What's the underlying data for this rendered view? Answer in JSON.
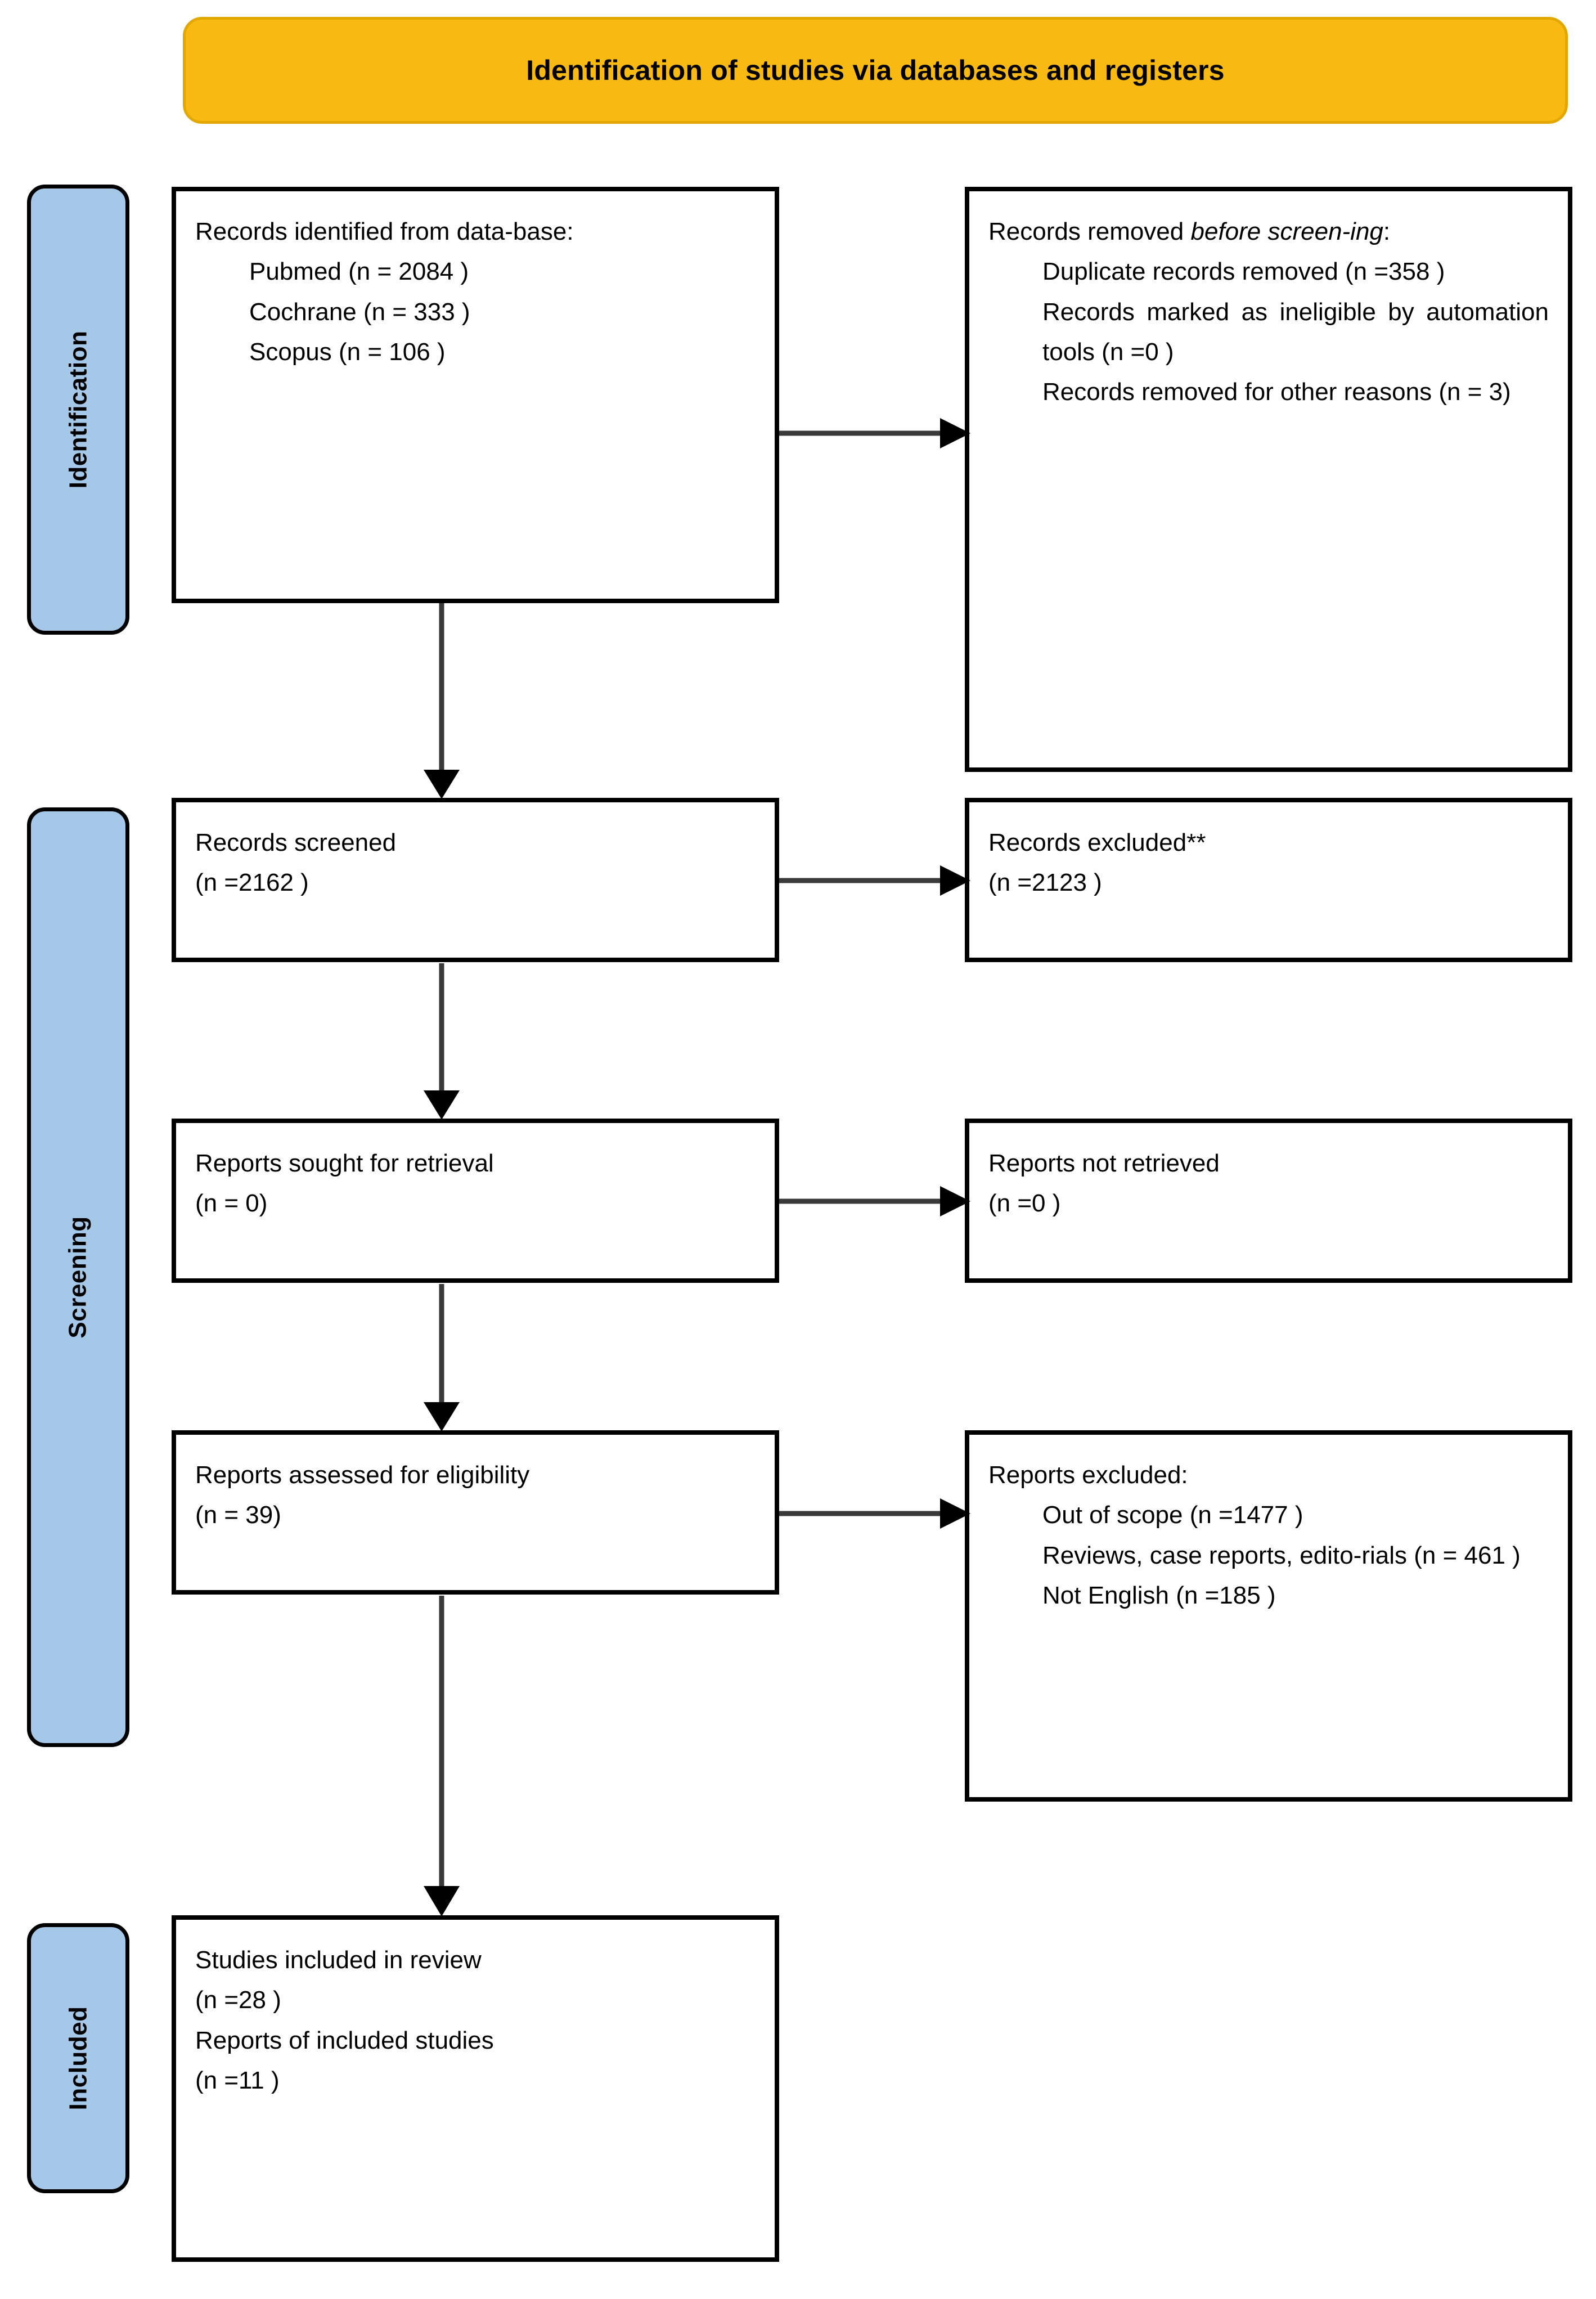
{
  "header": {
    "title": "Identification of studies via databases and registers",
    "background_color": "#F8B912"
  },
  "rails": [
    {
      "label": "Identification",
      "color": "#A6C8E8"
    },
    {
      "label": "Screening",
      "color": "#A6C8E8"
    },
    {
      "label": "Included",
      "color": "#A6C8E8"
    }
  ],
  "boxes": {
    "identified": {
      "heading": "Records identified from data-base:",
      "lines": [
        "Pubmed (n = 2084 )",
        "Cochrane (n = 333 )",
        "Scopus (n = 106 )"
      ]
    },
    "removed_before_screening": {
      "heading_plain": "Records removed ",
      "heading_italic": "before screen-ing",
      "heading_tail": ":",
      "lines": [
        "Duplicate records removed (n =358 )",
        "Records marked as ineligible by automation tools (n =0 )",
        "Records removed for other reasons (n = 3)"
      ]
    },
    "screened": {
      "heading": "Records screened",
      "count": "(n =2162 )"
    },
    "records_excluded": {
      "heading": "Records excluded**",
      "count": "(n =2123 )"
    },
    "sought_for_retrieval": {
      "heading": "Reports sought for retrieval",
      "count": "(n = 0)"
    },
    "not_retrieved": {
      "heading": "Reports not retrieved",
      "count": "(n =0 )"
    },
    "assessed_for_eligibility": {
      "heading": "Reports assessed for eligibility",
      "count": "(n = 39)"
    },
    "reports_excluded": {
      "heading": "Reports excluded:",
      "lines": [
        "Out of scope (n =1477 )",
        "Reviews, case reports, edito-rials (n = 461 )",
        "Not English (n =185 )"
      ]
    },
    "included": {
      "line1": "Studies included in review",
      "count1": "(n =28 )",
      "line2": "Reports of included studies",
      "count2": "(n =11 )"
    }
  },
  "chart_data": {
    "type": "flowchart",
    "title": "Identification of studies via databases and registers",
    "stages": [
      "Identification",
      "Screening",
      "Included"
    ],
    "nodes": [
      {
        "id": "identified",
        "stage": "Identification",
        "label": "Records identified from database",
        "values": {
          "Pubmed": 2084,
          "Cochrane": 333,
          "Scopus": 106
        }
      },
      {
        "id": "removed",
        "stage": "Identification",
        "label": "Records removed before screening",
        "values": {
          "Duplicate records removed": 358,
          "Records marked as ineligible by automation tools": 0,
          "Records removed for other reasons": 3
        }
      },
      {
        "id": "screened",
        "stage": "Screening",
        "label": "Records screened",
        "n": 2162
      },
      {
        "id": "excluded",
        "stage": "Screening",
        "label": "Records excluded**",
        "n": 2123
      },
      {
        "id": "sought",
        "stage": "Screening",
        "label": "Reports sought for retrieval",
        "n": 0
      },
      {
        "id": "notretr",
        "stage": "Screening",
        "label": "Reports not retrieved",
        "n": 0
      },
      {
        "id": "assessed",
        "stage": "Screening",
        "label": "Reports assessed for eligibility",
        "n": 39
      },
      {
        "id": "repexcluded",
        "stage": "Screening",
        "label": "Reports excluded",
        "values": {
          "Out of scope": 1477,
          "Reviews, case reports, editorials": 461,
          "Not English": 185
        }
      },
      {
        "id": "included",
        "stage": "Included",
        "label": "Studies included in review",
        "n": 28,
        "reports_of_included_studies": 11
      }
    ],
    "edges": [
      {
        "from": "identified",
        "to": "removed",
        "direction": "right"
      },
      {
        "from": "identified",
        "to": "screened",
        "direction": "down"
      },
      {
        "from": "screened",
        "to": "excluded",
        "direction": "right"
      },
      {
        "from": "screened",
        "to": "sought",
        "direction": "down"
      },
      {
        "from": "sought",
        "to": "notretr",
        "direction": "right"
      },
      {
        "from": "sought",
        "to": "assessed",
        "direction": "down"
      },
      {
        "from": "assessed",
        "to": "repexcluded",
        "direction": "right"
      },
      {
        "from": "assessed",
        "to": "included",
        "direction": "down"
      }
    ]
  }
}
